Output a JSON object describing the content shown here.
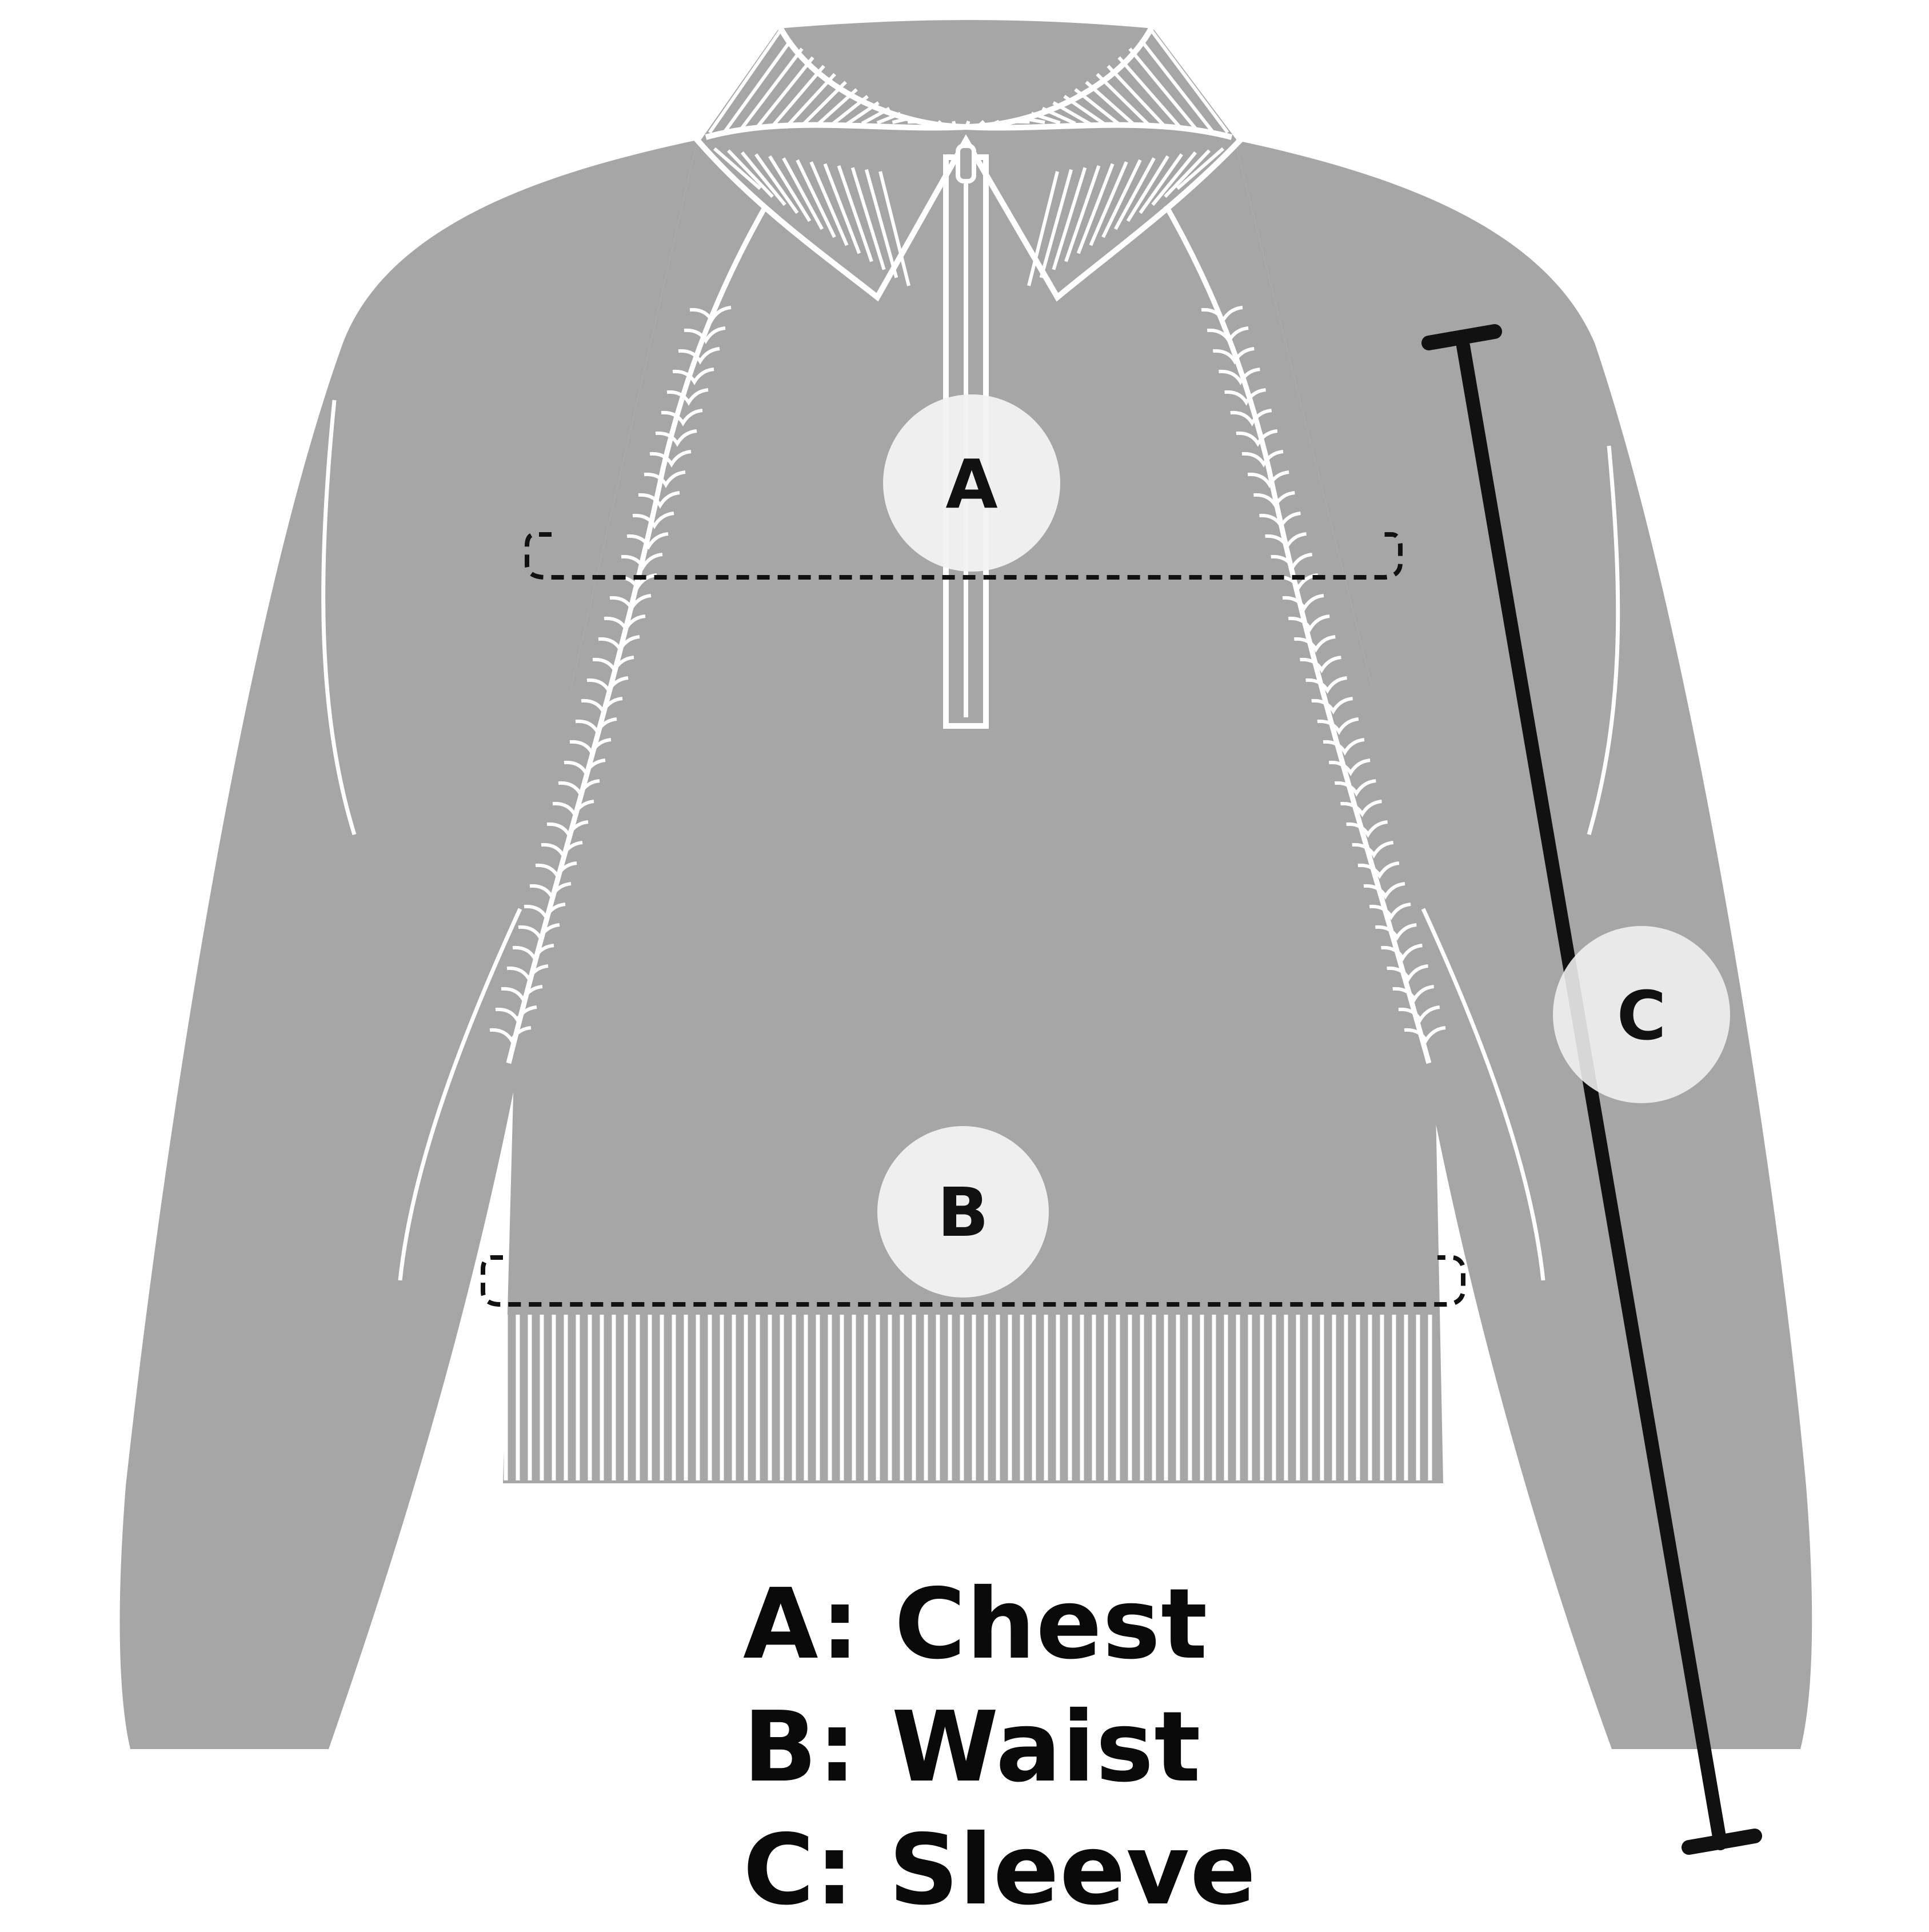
{
  "diagram": {
    "colors": {
      "garment": "#a6a6a6",
      "line": "#ffffff",
      "measure": "#111111",
      "badge": "#f2f2f2"
    },
    "markers": [
      {
        "id": "A",
        "label": "A"
      },
      {
        "id": "B",
        "label": "B"
      },
      {
        "id": "C",
        "label": "C"
      }
    ],
    "legend": [
      {
        "key": "A",
        "text": "A: Chest"
      },
      {
        "key": "B",
        "text": "B: Waist"
      },
      {
        "key": "C",
        "text": "C: Sleeve"
      }
    ]
  }
}
